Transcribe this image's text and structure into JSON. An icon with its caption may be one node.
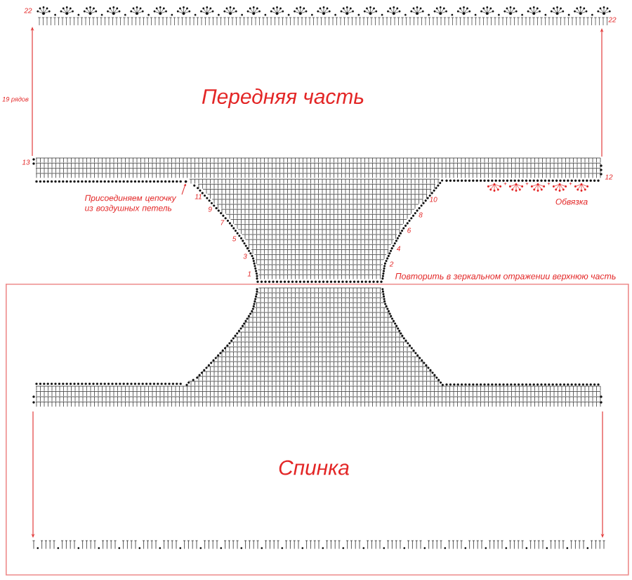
{
  "diagram": {
    "nodes": [
      {
        "text": [
          "Спинка"
        ],
        "beside": [
          "Повторить в зеркальном отражении верхнюю часть"
        ]
      },
      {
        "text": [
          "Присоединяем цепочку из воздушных петель"
        ]
      },
      {
        "text": [],
        "shape": "circle"
      }
    ],
    "edges": [
      {
        "from": 1,
        "to": 2,
        "arrow": "to"
      }
    ],
    "labels": [
      "22",
      "22",
      "19 рядов",
      "Передняя часть",
      "13",
      "12",
      "11",
      "10",
      "Обвязка",
      "9",
      "8",
      "7",
      "6",
      "5",
      "4",
      "3",
      "2",
      "1"
    ]
  }
}
